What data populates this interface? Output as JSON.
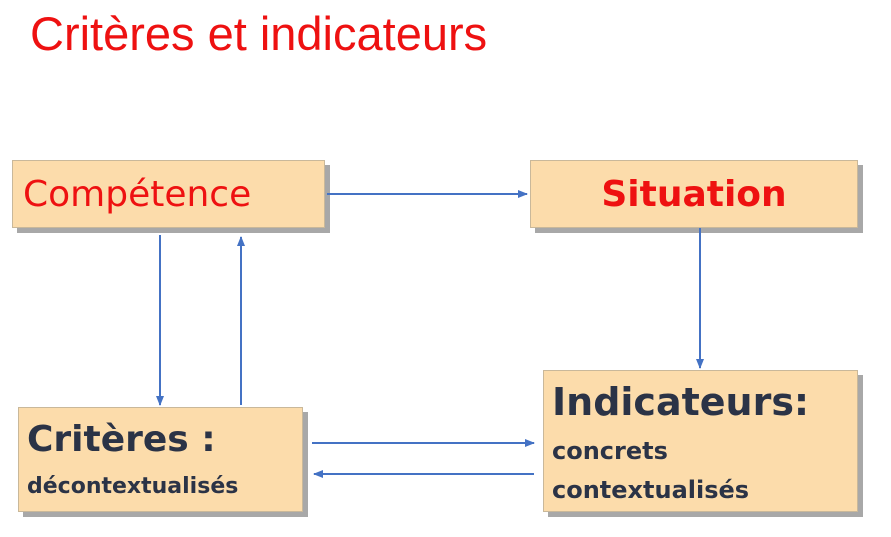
{
  "page": {
    "title": "Critères et indicateurs"
  },
  "boxes": {
    "competence": {
      "label": "Compétence"
    },
    "situation": {
      "label": "Situation"
    },
    "criteres": {
      "title": "Critères :",
      "subtitle": "décontextualisés"
    },
    "indicateurs": {
      "title": "Indicateurs:",
      "line1": "concrets",
      "line2": "contextualisés"
    }
  },
  "colors": {
    "title_red": "#ee1111",
    "box_fill": "#fcdcab",
    "box_shadow": "#a8a8a8",
    "dark_text": "#2b3346",
    "arrow_blue": "#4472c4"
  }
}
